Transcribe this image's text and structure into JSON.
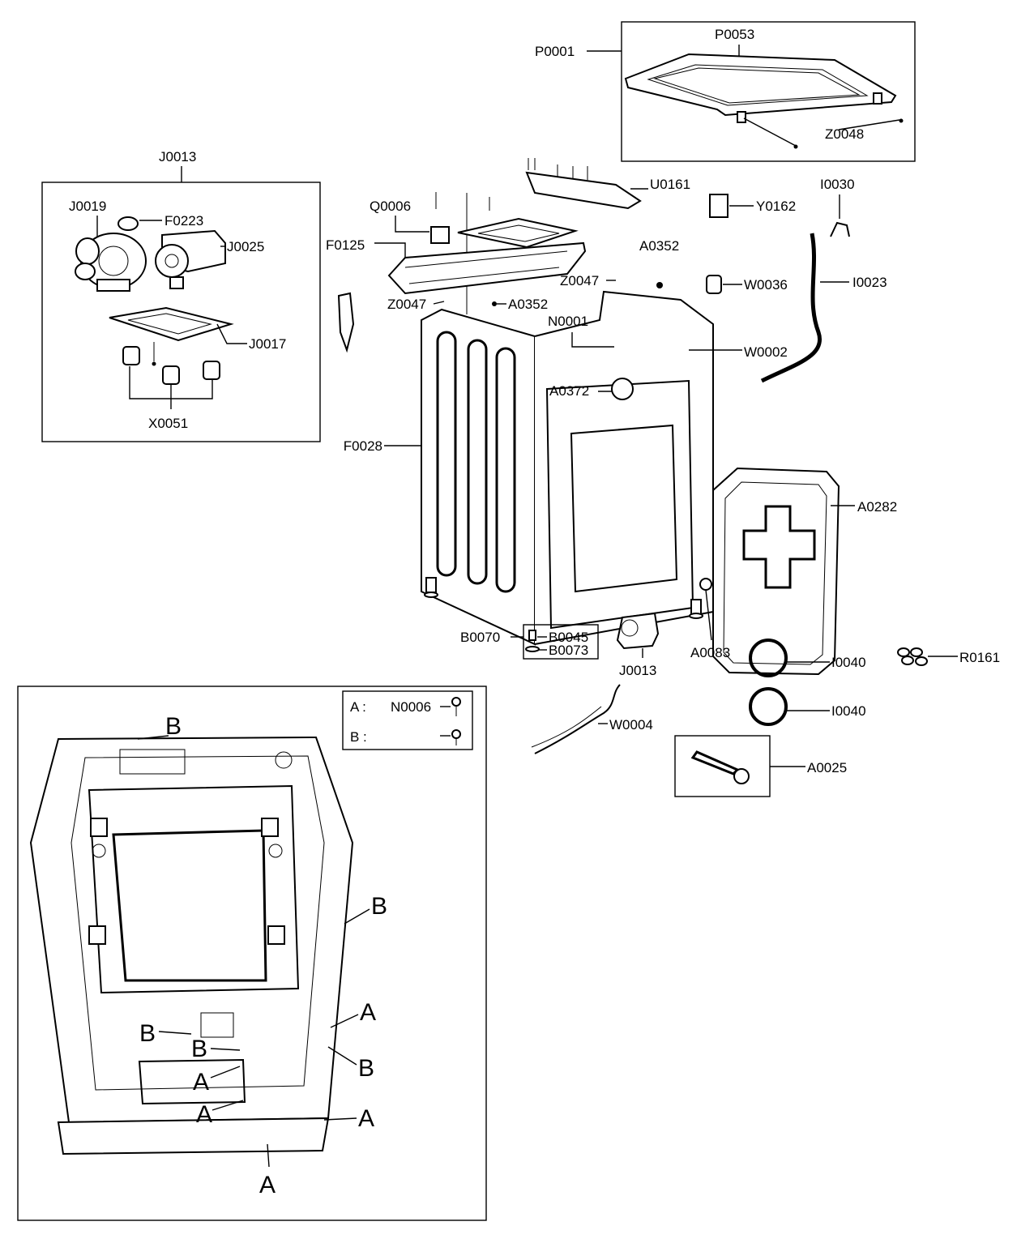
{
  "labels": {
    "p0001": "P0001",
    "p0053": "P0053",
    "z0048": "Z0048",
    "j0013_box": "J0013",
    "j0019": "J0019",
    "f0223": "F0223",
    "j0025": "J0025",
    "j0017": "J0017",
    "x0051": "X0051",
    "u0161": "U0161",
    "y0162": "Y0162",
    "i0030": "I0030",
    "q0006": "Q0006",
    "f0125": "F0125",
    "a0352_top": "A0352",
    "w0036": "W0036",
    "i0023": "I0023",
    "z0047_a": "Z0047",
    "z0047_b": "Z0047",
    "a0352_mid": "A0352",
    "n0001": "N0001",
    "w0002": "W0002",
    "a0372": "A0372",
    "f0028": "F0028",
    "a0282": "A0282",
    "a0083": "A0083",
    "b0070": "B0070",
    "b0045": "B0045",
    "b0073": "B0073",
    "j0013_bottom": "J0013",
    "i0040_a": "I0040",
    "i0040_b": "I0040",
    "r0161": "R0161",
    "w0004": "W0004",
    "a0025": "A0025"
  },
  "legend": {
    "a_key": "A :",
    "a_part": "N0006",
    "b_key": "B :"
  },
  "callouts": {
    "b_top": "B",
    "b_right_1": "B",
    "a_right_1": "A",
    "b_right_2": "B",
    "a_right_2": "A",
    "b_inner_1": "B",
    "b_inner_2": "B",
    "a_inner_1": "A",
    "a_inner_2": "A",
    "a_bottom": "A"
  }
}
